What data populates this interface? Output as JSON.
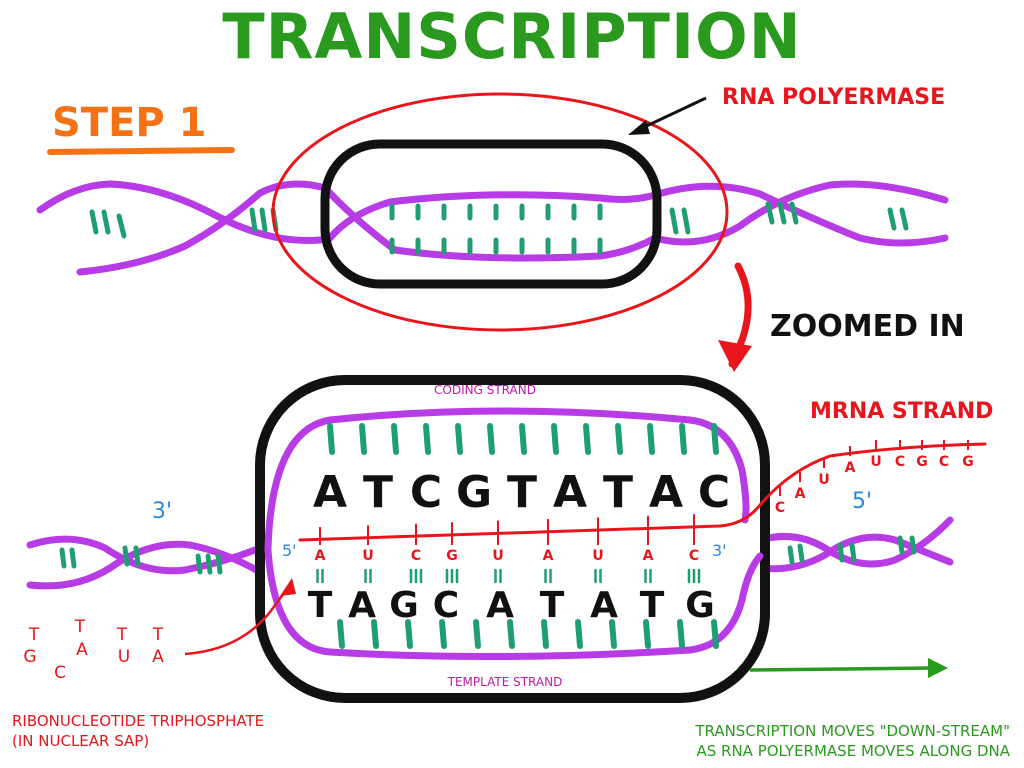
{
  "title": "TRANSCRIPTION",
  "step_label": "STEP 1",
  "labels": {
    "rna_polymerase": "RNA POLYERMASE",
    "zoomed_in": "ZOOMED IN",
    "coding_strand": "CODING STRAND",
    "template_strand": "TEMPLATE STRAND",
    "mrna_strand": "MRNA STRAND",
    "ribonucleotide_line1": "RIBONUCLEOTIDE TRIPHOSPHATE",
    "ribonucleotide_line2": "(IN NUCLEAR SAP)",
    "direction_line1": "TRANSCRIPTION MOVES \"DOWN-STREAM\"",
    "direction_line2": "AS RNA POLYERMASE MOVES ALONG DNA"
  },
  "strand_ends": {
    "left_3prime": "3'",
    "rna_5prime": "5'",
    "rna_3prime": "3'",
    "right_5prime": "5'"
  },
  "coding_bases": [
    "A",
    "T",
    "C",
    "G",
    "T",
    "A",
    "T",
    "A",
    "C"
  ],
  "template_bases": [
    "T",
    "A",
    "G",
    "C",
    "A",
    "T",
    "A",
    "T",
    "G"
  ],
  "rna_bases": [
    "A",
    "U",
    "C",
    "G",
    "U",
    "A",
    "U",
    "A",
    "C"
  ],
  "bond_counts": [
    2,
    2,
    3,
    3,
    2,
    2,
    2,
    2,
    3
  ],
  "mrna_tail_bases": [
    "C",
    "A",
    "U",
    "A",
    "U",
    "C",
    "G",
    "C",
    "G"
  ],
  "free_nucleotides": [
    "T",
    "G",
    "C",
    "T",
    "A",
    "T",
    "U",
    "T",
    "A"
  ],
  "colors": {
    "title": "#2a9a1e",
    "step": "#f47216",
    "dna": "#b83ce6",
    "base_pairs": "#1f9e74",
    "rna": "#e8161c",
    "polymerase": "#111111",
    "ends": "#2f86e0"
  }
}
